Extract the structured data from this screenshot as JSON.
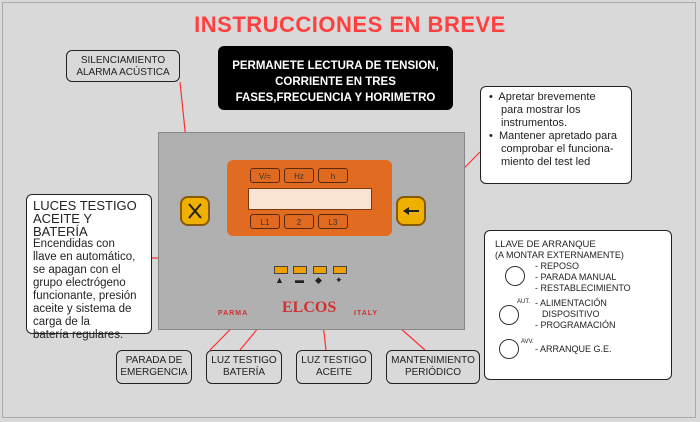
{
  "title": "INSTRUCCIONES EN BREVE",
  "top_banner": {
    "line1": "PERMANETE LECTURA DE TENSION,",
    "line2": "CORRIENTE EN TRES",
    "line3": "FASES,FRECUENCIA Y HORIMETRO"
  },
  "silenciamiento": {
    "line1": "SILENCIAMIENTO",
    "line2": "ALARMA ACÚSTICA"
  },
  "right_note": {
    "b1l1": "Apretar brevemente",
    "b1l2": "para  mostrar los",
    "b1l3": "instrumentos.",
    "b2l1": "Mantener apretado para",
    "b2l2": "comprobar el funciona-",
    "b2l3": "miento del test led"
  },
  "luces": {
    "h1": "LUCES TESTIGO",
    "h2": "ACEITE Y BATERÍA",
    "l1": "Encendidas con",
    "l2": "llave en automático,",
    "l3": "se apagan con el",
    "l4": "grupo electrógeno",
    "l5": "funcionante, presión",
    "l6": "aceite y sistema de",
    "l7": "carga de la",
    "l8": "batería regulares."
  },
  "display_buttons": {
    "top": [
      "V/=",
      "Hz",
      "h"
    ],
    "bottom": [
      "L1",
      "2",
      "L3"
    ]
  },
  "brand": {
    "name": "ELCOS",
    "left": "PARMA",
    "right": "ITALY"
  },
  "llave": {
    "title1": "LLAVE DE ARRANQUE",
    "title2": "(A MONTAR EXTERNAMENTE)",
    "o1": "- REPOSO",
    "o2": "- PARADA MANUAL",
    "o3": "- RESTABLECIMIENTO",
    "aut": "AUT.",
    "o4": "- ALIMENTACIÓN",
    "o5": "DISPOSITIVO",
    "o6": "- PROGRAMACIÓN",
    "avv": "AVV.",
    "o7": "- ARRANQUE G.E."
  },
  "bottom_labels": {
    "parada1": "PARADA DE",
    "parada2": "EMERGENCIA",
    "bat1": "LUZ TESTIGO",
    "bat2": "BATERÍA",
    "ace1": "LUZ TESTIGO",
    "ace2": "ACEITE",
    "man1": "MANTENIMIENTO",
    "man2": "PERIÓDICO"
  },
  "colors": {
    "title": "#ff4040",
    "panel": "#b0b0b0",
    "display": "#e26b22",
    "lines": "#ff3030"
  }
}
